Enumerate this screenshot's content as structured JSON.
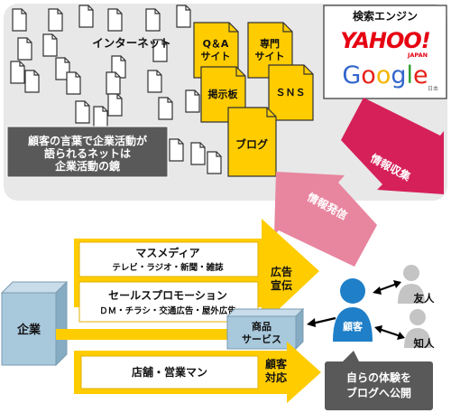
{
  "internet": {
    "title": "インターネット",
    "note_lines": [
      "顧客の言葉で企業活動が",
      "語られるネットは",
      "企業活動の鏡"
    ]
  },
  "sites": {
    "qa": [
      "Q＆A",
      "サイト"
    ],
    "expert": [
      "専門",
      "サイト"
    ],
    "bbs": "掲示板",
    "sns": "ＳＮＳ",
    "blog": "ブログ"
  },
  "search": {
    "title": "検索エンジン",
    "yahoo": "YAHOO!",
    "yahoo_sub": "JAPAN",
    "google": "Google",
    "google_sub": "日本"
  },
  "arrows": {
    "collect": "情報収集",
    "send": "情報発信"
  },
  "company": {
    "label": "企業",
    "mass_media": {
      "title": "マスメディア",
      "detail": "テレビ・ラジオ・新聞・雑誌"
    },
    "sales_promo": {
      "title": "セールスプロモーション",
      "detail": "ＤＭ・チラシ・交通広告・屋外広告"
    },
    "ad_label": [
      "広告",
      "宣伝"
    ],
    "product_label": [
      "商品",
      "サービス"
    ],
    "store": "店舗・営業マン",
    "service_label": [
      "顧客",
      "対応"
    ]
  },
  "people": {
    "customer": "顧客",
    "friend": "友人",
    "acquaintance": "知人",
    "share_lines": [
      "自らの体験を",
      "ブログへ公開"
    ]
  },
  "colors": {
    "internet_bg": "#e8e8e8",
    "doc_yellow": "#ffcc00",
    "arrow_yellow": "#ffcc00",
    "collect_arrow": "#d6205a",
    "send_arrow": "#e8859f",
    "company_cube": "#a8c8dc",
    "customer_blue": "#1f7fc8",
    "gray_person": "#c4c4c4",
    "note_bg": "#595959"
  }
}
